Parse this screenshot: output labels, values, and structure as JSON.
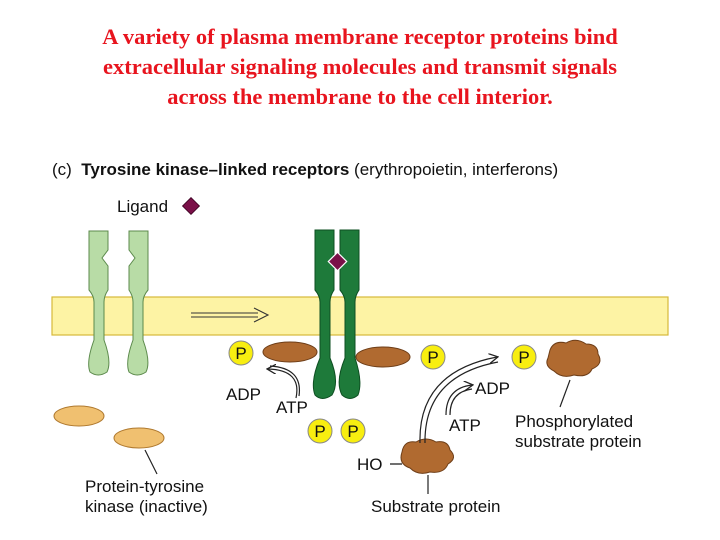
{
  "title": {
    "line1": "A variety of plasma membrane receptor proteins bind",
    "line2": "extracellular  signaling molecules and transmit signals",
    "line3": "across the membrane to the cell interior."
  },
  "subtitle": {
    "prefix": "(c)",
    "bold": "Tyrosine kinase–linked receptors",
    "rest": "(erythropoietin, interferons)"
  },
  "labels": {
    "ligand": "Ligand",
    "adp_left": "ADP",
    "atp_left": "ATP",
    "adp_right": "ADP",
    "atp_right": "ATP",
    "ho": "HO",
    "kinase_line1": "Protein-tyrosine",
    "kinase_line2": "kinase (inactive)",
    "substrate": "Substrate protein",
    "phospho_line1": "Phosphorylated",
    "phospho_line2": "substrate protein",
    "phosphate": "P"
  },
  "colors": {
    "title": "#e8141e",
    "membrane": "#fdf3a4",
    "inactive_receptor": "#b8dca6",
    "active_receptor": "#1e7a3a",
    "kinase_inactive": "#f0c070",
    "kinase_active": "#b06a30",
    "substrate": "#b06a30",
    "phosphate": "#f8ee10",
    "ligand": "#7a1048"
  }
}
